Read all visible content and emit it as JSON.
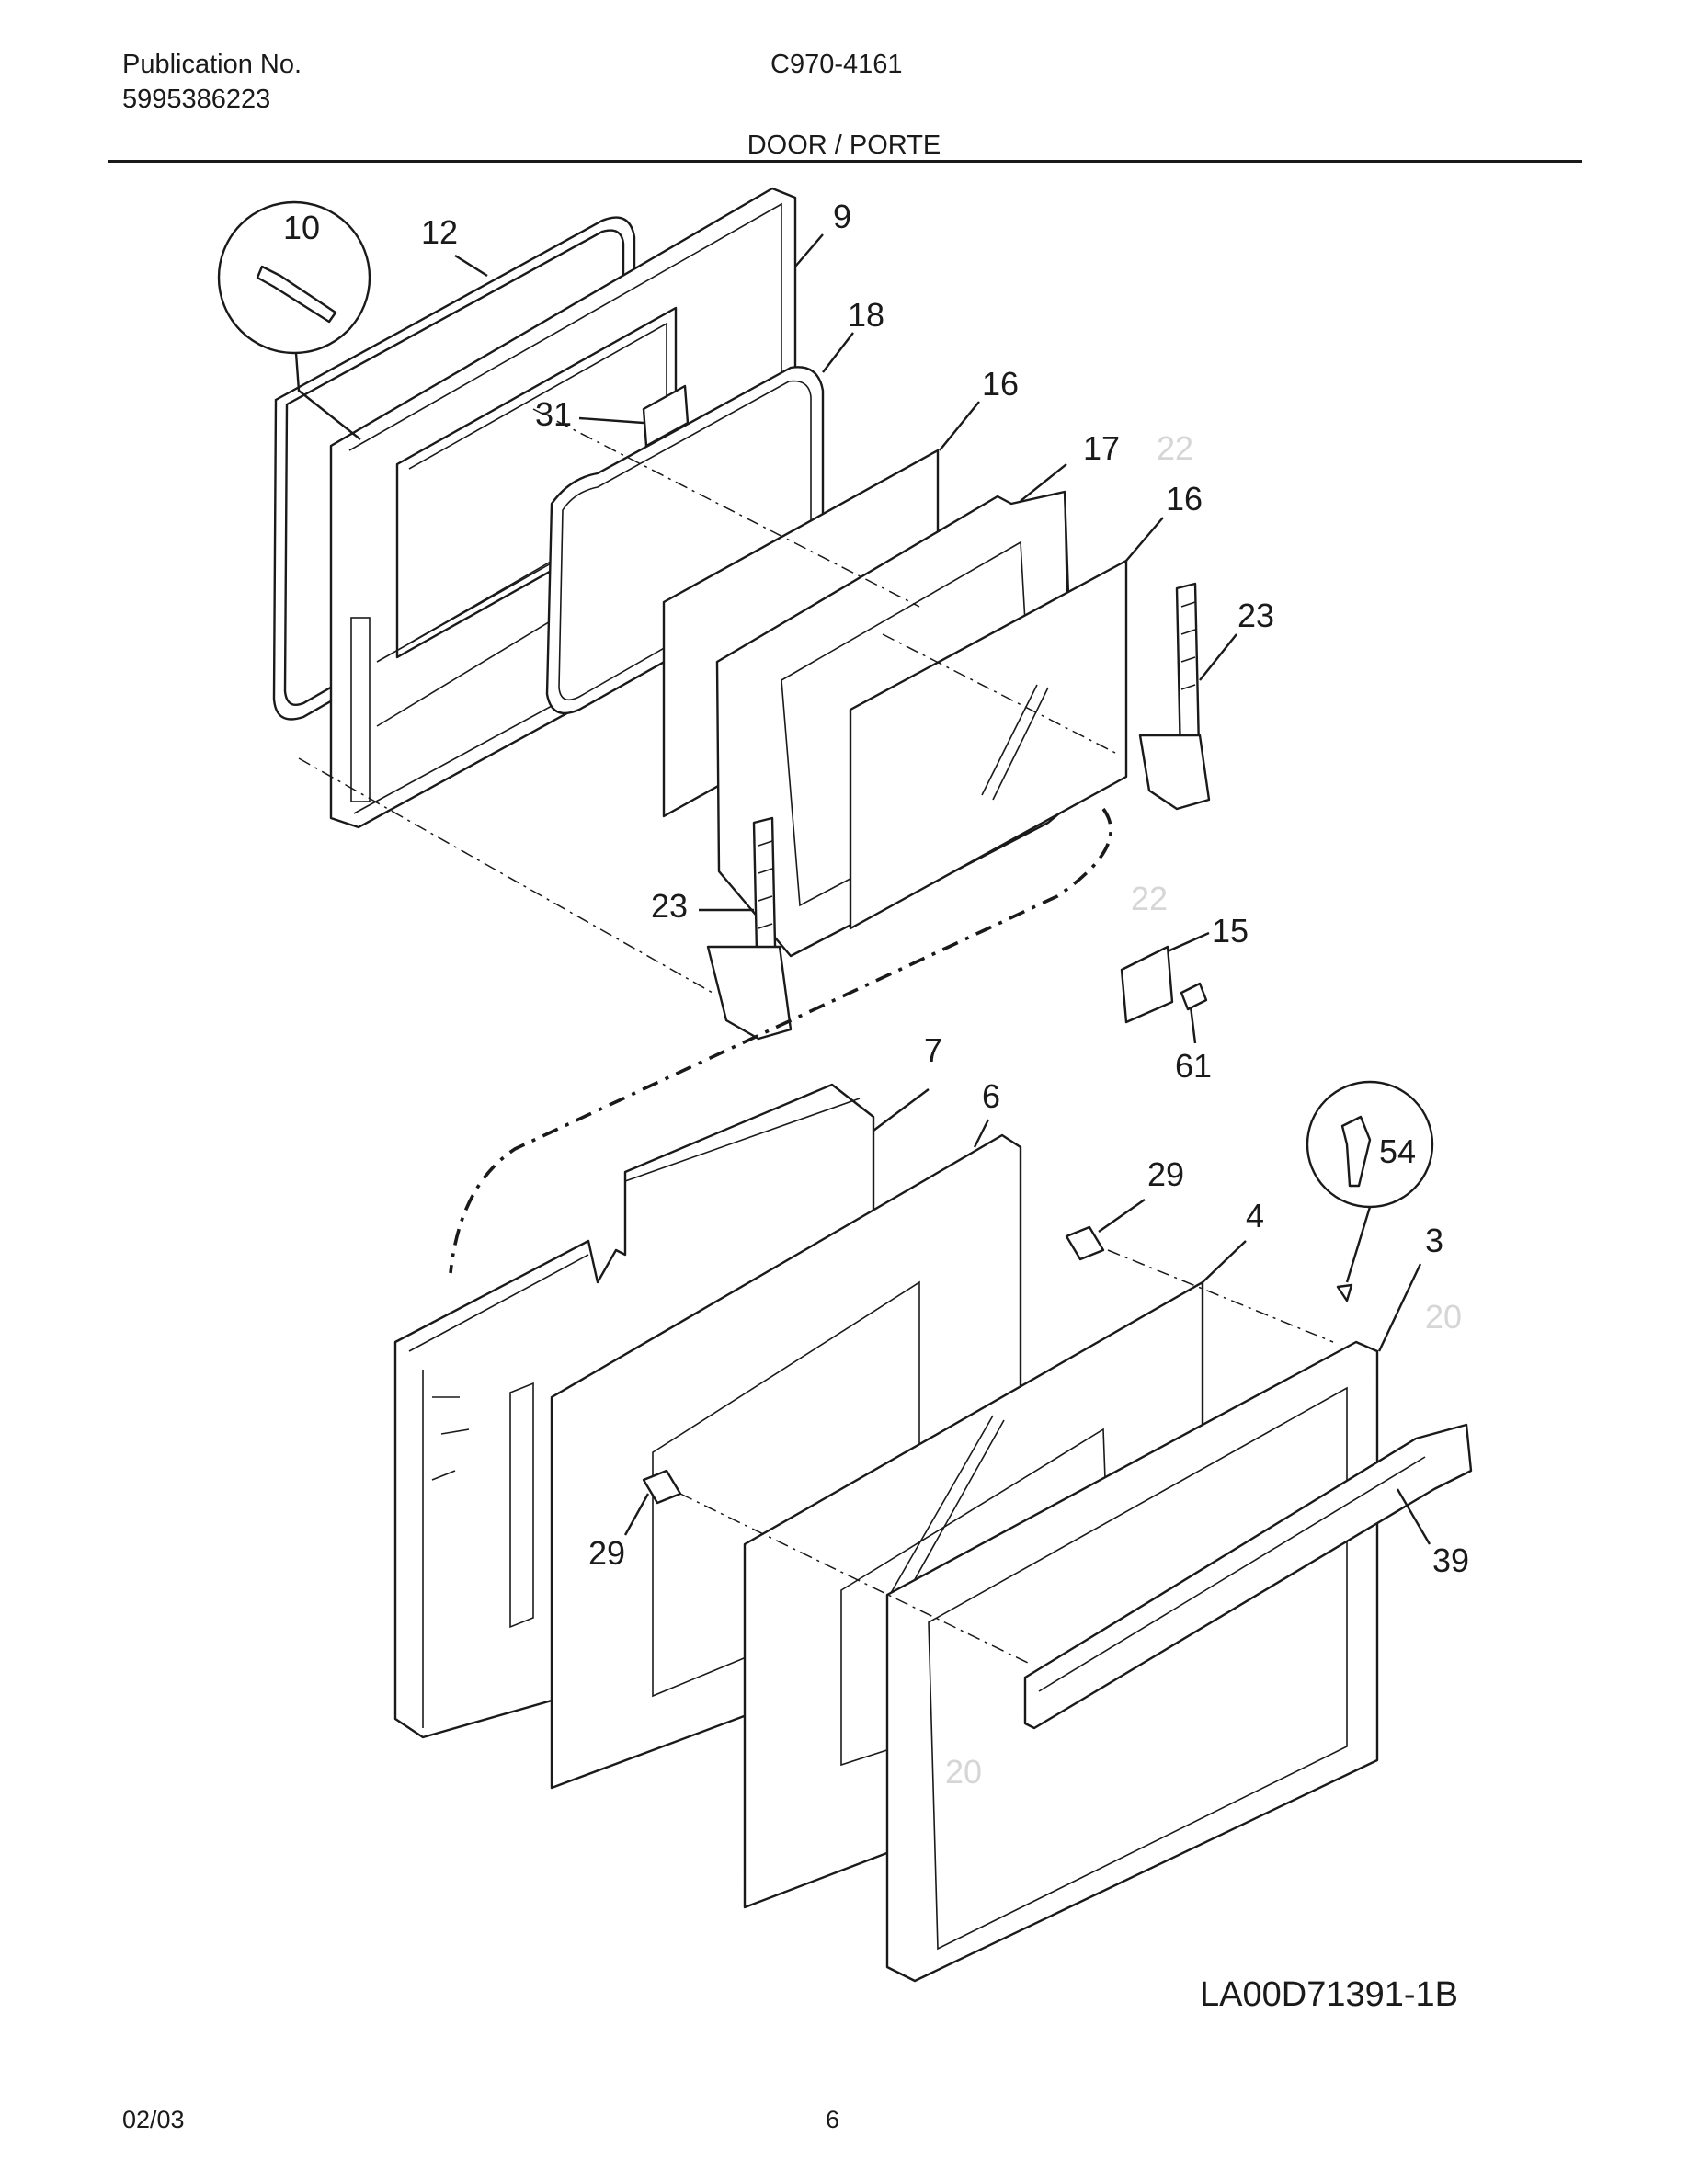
{
  "header": {
    "publication_label": "Publication No.",
    "publication_number": "5995386223",
    "model": "C970-4161",
    "section_title": "DOOR / PORTE"
  },
  "callouts": {
    "c10": "10",
    "c12": "12",
    "c9": "9",
    "c18": "18",
    "c31": "31",
    "c16a": "16",
    "c17": "17",
    "c22a": "22",
    "c16b": "16",
    "c23a": "23",
    "c23b": "23",
    "c22b": "22",
    "c15": "15",
    "c61": "61",
    "c7": "7",
    "c6": "6",
    "c29a": "29",
    "c54": "54",
    "c4": "4",
    "c3": "3",
    "c20a": "20",
    "c39": "39",
    "c29b": "29",
    "c20b": "20"
  },
  "footer": {
    "figure_id": "LA00D71391-1B",
    "date": "02/03",
    "page": "6"
  }
}
